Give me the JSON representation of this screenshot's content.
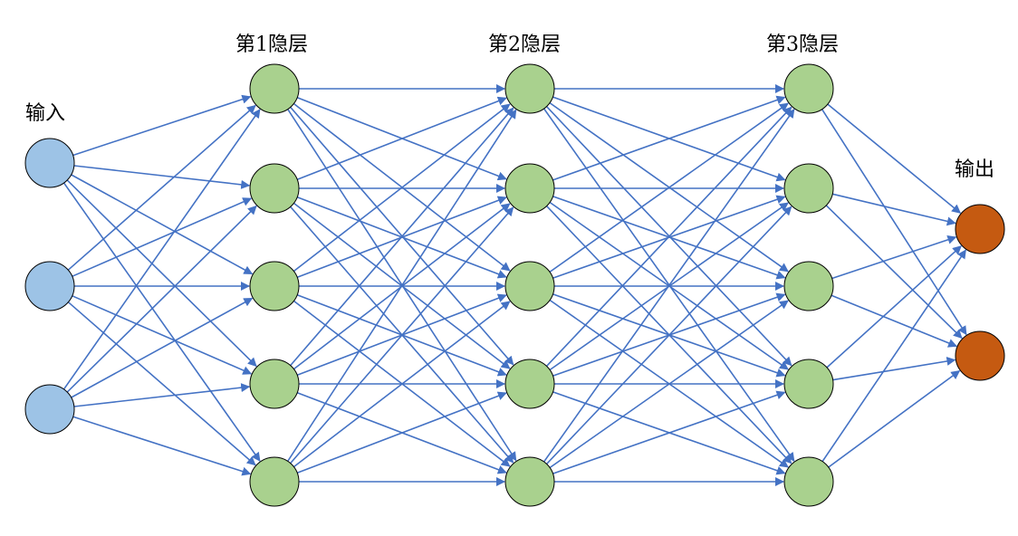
{
  "labels": {
    "input": "输入",
    "hidden1": "第1隐层",
    "hidden2": "第2隐层",
    "hidden3": "第3隐层",
    "output": "输出"
  },
  "layers": [
    {
      "key": "input",
      "nodes": 3
    },
    {
      "key": "hidden1",
      "nodes": 5
    },
    {
      "key": "hidden2",
      "nodes": 5
    },
    {
      "key": "hidden3",
      "nodes": 5
    },
    {
      "key": "output",
      "nodes": 2
    }
  ],
  "colors": {
    "input_fill": "#9DC3E6",
    "hidden_fill": "#A9D18E",
    "output_fill": "#C55A11",
    "edge": "#4472C4",
    "outline": "#000000"
  }
}
